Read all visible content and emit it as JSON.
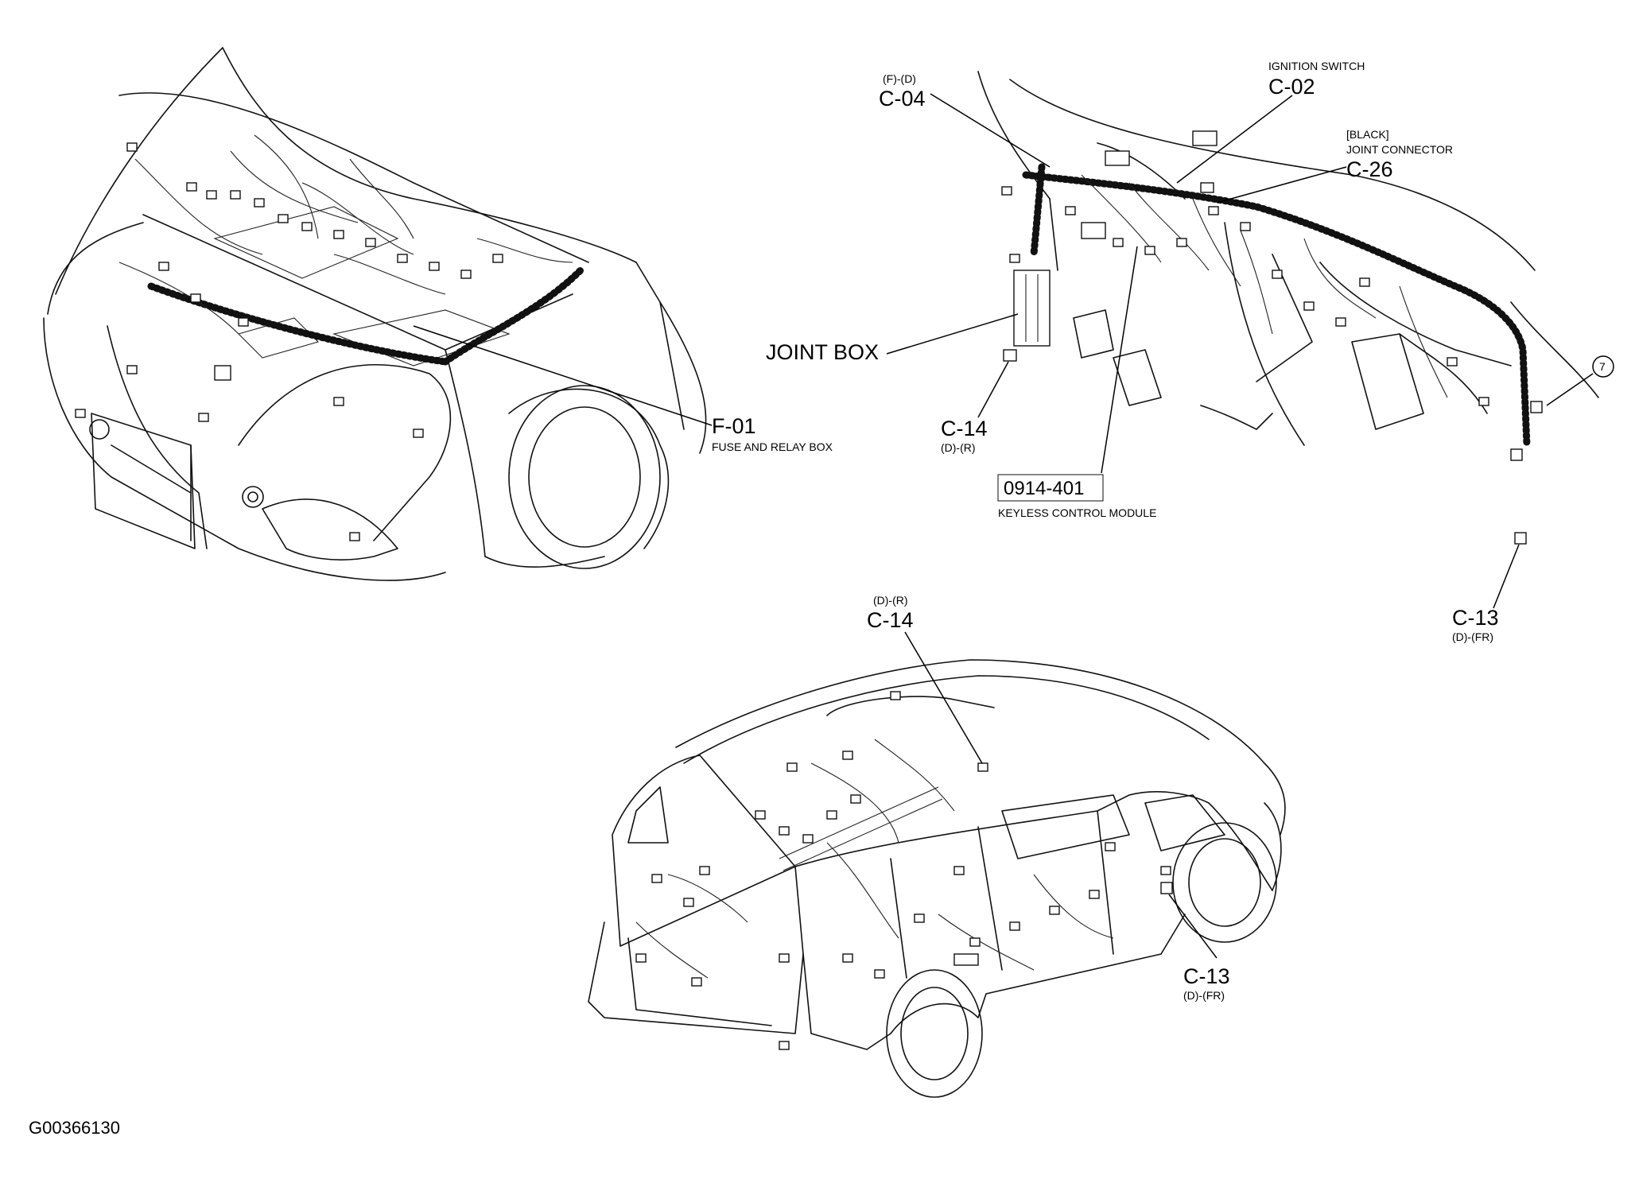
{
  "figure_id": "G00366130",
  "engine_callouts": [
    {
      "code": "F-01",
      "desc": "FUSE AND RELAY BOX"
    }
  ],
  "dash_callouts": [
    {
      "pre": "(F)-(D)",
      "code": "C-04"
    },
    {
      "pre": "IGNITION SWITCH",
      "code": "C-02"
    },
    {
      "pre": "[BLACK]",
      "pre2": "JOINT CONNECTOR",
      "code": "C-26"
    },
    {
      "code": "JOINT BOX"
    },
    {
      "code": "C-14",
      "post": "(D)-(R)"
    },
    {
      "boxed": "0914-401",
      "desc": "KEYLESS CONTROL MODULE"
    },
    {
      "code": "C-13",
      "post": "(D)-(FR)"
    },
    {
      "circled": "7"
    }
  ],
  "body_callouts": [
    {
      "pre": "(D)-(R)",
      "code": "C-14"
    },
    {
      "code": "C-13",
      "post": "(D)-(FR)"
    }
  ]
}
